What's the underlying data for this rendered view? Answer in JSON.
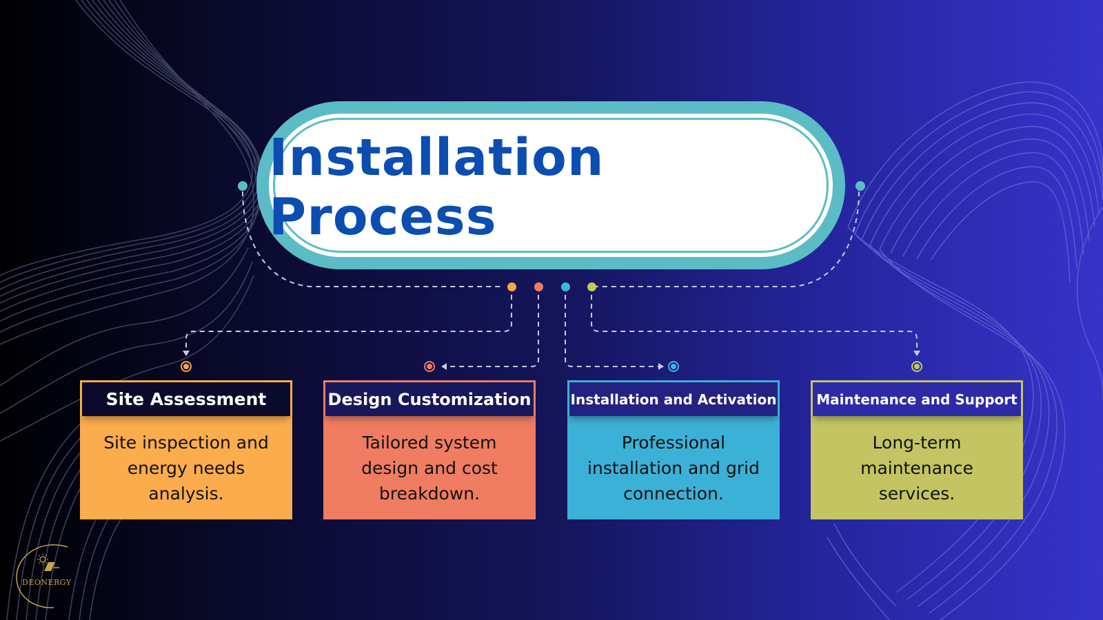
{
  "title": "Installation Process",
  "colors": {
    "title_text": "#0b4db0",
    "pill_ring": "#5bbcc6",
    "connector": "#c9cbe8",
    "logo_gold": "#c9a44a"
  },
  "connector_dots": [
    {
      "name": "orange",
      "color": "#f5a64a"
    },
    {
      "name": "coral",
      "color": "#ef7c5e"
    },
    {
      "name": "blue",
      "color": "#3fb4df"
    },
    {
      "name": "olive",
      "color": "#c4c95c"
    }
  ],
  "steps": [
    {
      "title": "Site Assessment",
      "description": "Site inspection and energy needs analysis.",
      "color": "#fbac4c",
      "head_bg": "#0a0a2a"
    },
    {
      "title": "Design Customization",
      "description": "Tailored system design and cost breakdown.",
      "color": "#f07c61",
      "head_bg": "#17175c"
    },
    {
      "title": "Installation and Activation",
      "description": "Professional installation and grid connection.",
      "color": "#3cb1d8",
      "head_bg": "#232282"
    },
    {
      "title": "Maintenance and Support",
      "description": "Long-term maintenance services.",
      "color": "#c4c562",
      "head_bg": "#2d2aa8"
    }
  ],
  "logo": {
    "text": "DEONERGY",
    "icon": "sun-solar-panel-icon"
  }
}
